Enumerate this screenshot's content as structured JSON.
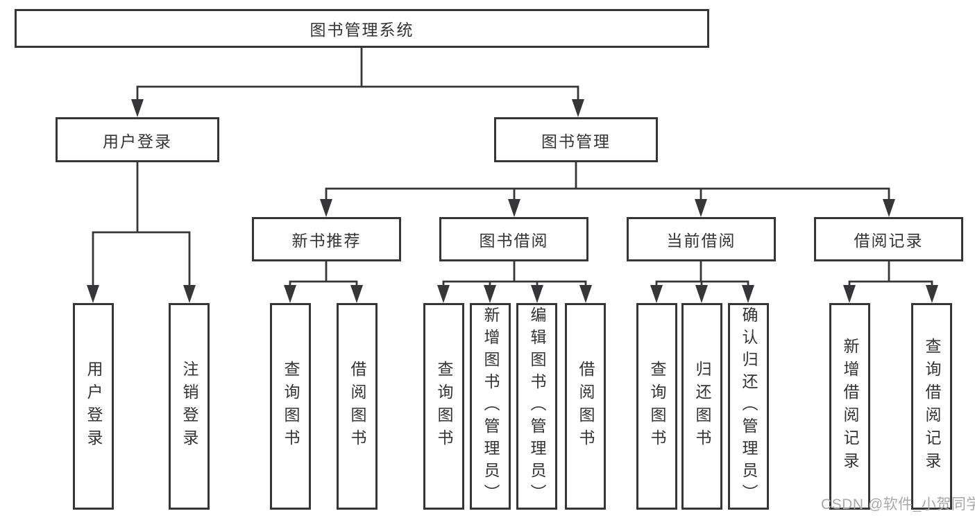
{
  "diagram_type": "hierarchy-tree",
  "colors": {
    "line": "#363638",
    "box_border": "#363638",
    "text": "#333333",
    "background": "#ffffff",
    "watermark": "#a8a8a8"
  },
  "root": {
    "label": "图书管理系统"
  },
  "level2": [
    {
      "label": "用户登录",
      "parent": "图书管理系统"
    },
    {
      "label": "图书管理",
      "parent": "图书管理系统"
    }
  ],
  "level3": [
    {
      "label": "新书推荐",
      "parent": "图书管理"
    },
    {
      "label": "图书借阅",
      "parent": "图书管理"
    },
    {
      "label": "当前借阅",
      "parent": "图书管理"
    },
    {
      "label": "借阅记录",
      "parent": "图书管理"
    }
  ],
  "leaves": [
    {
      "label": "用户登录",
      "parent": "用户登录"
    },
    {
      "label": "注销登录",
      "parent": "用户登录"
    },
    {
      "label": "查询图书",
      "parent": "新书推荐"
    },
    {
      "label": "借阅图书",
      "parent": "新书推荐"
    },
    {
      "label": "查询图书",
      "parent": "图书借阅"
    },
    {
      "label": "新增图书（管理员）",
      "parent": "图书借阅"
    },
    {
      "label": "编辑图书（管理员）",
      "parent": "图书借阅"
    },
    {
      "label": "借阅图书",
      "parent": "图书借阅"
    },
    {
      "label": "查询图书",
      "parent": "当前借阅"
    },
    {
      "label": "归还图书",
      "parent": "当前借阅"
    },
    {
      "label": "确认归还（管理员）",
      "parent": "当前借阅"
    },
    {
      "label": "新增借阅记录",
      "parent": "借阅记录"
    },
    {
      "label": "查询借阅记录",
      "parent": "借阅记录"
    }
  ],
  "watermark": {
    "text": "CSDN @软件_小贺同学"
  }
}
